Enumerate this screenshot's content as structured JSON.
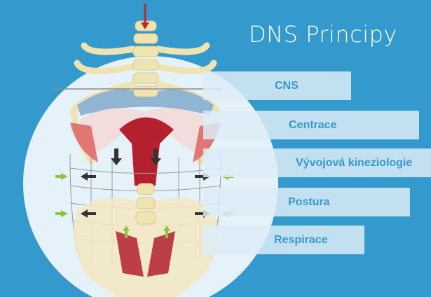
{
  "title": "DNS Principy",
  "principles": [
    {
      "label": "CNS"
    },
    {
      "label": "Centrace"
    },
    {
      "label": "Vývojová kineziologie"
    },
    {
      "label": "Postura"
    },
    {
      "label": "Respirace"
    }
  ],
  "colors": {
    "background": "#3499cd",
    "text": "#3499cd",
    "bar": "#ddecf7",
    "muscle": "#b5202e",
    "arrow_green": "#8cc63f"
  }
}
